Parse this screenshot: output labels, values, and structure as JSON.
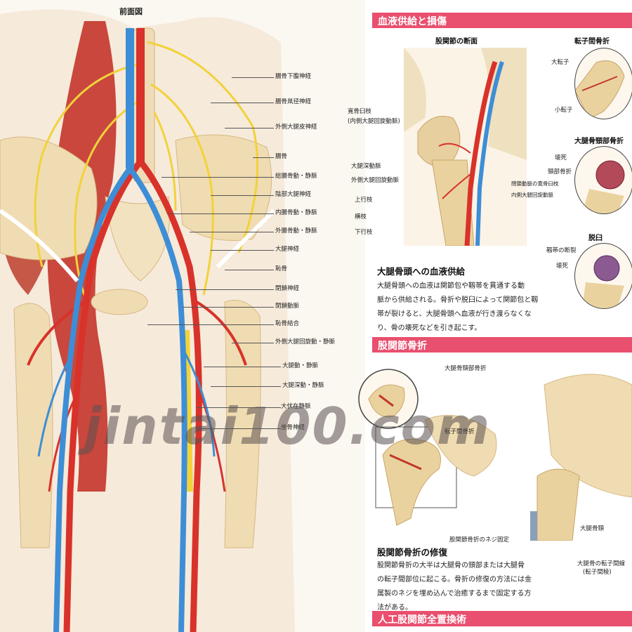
{
  "left": {
    "title": "前面図",
    "labels": [
      "腸骨下腹神経",
      "腸骨鼡径神経",
      "外側大腿皮神経",
      "腸骨",
      "総腸骨動・静脈",
      "陰部大腿神経",
      "内腸骨動・静脈",
      "外腸骨動・静脈",
      "大腿神経",
      "恥骨",
      "閉鎖神経",
      "閉鎖動脈",
      "恥骨結合",
      "外側大腿回旋動・静脈",
      "大腿動・静脈",
      "大腿深動・静脈",
      "大伏在静脈",
      "坐骨神経"
    ]
  },
  "right": {
    "section1": {
      "title": "血液供給と損傷"
    },
    "cross_section": {
      "title": "股関節の断面",
      "labels_left": [
        "寛骨臼枝",
        "(内側大腿回旋動脈)",
        "大腿深動脈",
        "外側大腿回旋動脈",
        "上行枝",
        "横枝",
        "下行枝"
      ],
      "labels_right": [
        "閉鎖動脈の寛骨臼枝",
        "内側大腿回旋動脈"
      ]
    },
    "fractures": {
      "trochanteric": {
        "title": "転子間骨折",
        "labels": [
          "大転子",
          "小転子"
        ]
      },
      "femoral_neck": {
        "title": "大腿骨頸部骨折",
        "labels": [
          "壊死",
          "頸部骨折"
        ]
      },
      "dislocation": {
        "title": "脱臼",
        "labels": [
          "靱帯の断裂",
          "壊死"
        ]
      }
    },
    "blood_supply": {
      "heading": "大腿骨頭への血液供給",
      "lines": [
        "大腿骨頭への血液は関節包や靱帯を貫通する動",
        "脈から供給される。骨折や脱臼によって関節包と靱",
        "帯が裂けると、大腿骨頭へ血液が行き渡らなくな",
        "り、骨の壊死などを引き起こす。"
      ]
    },
    "section2": {
      "title": "股関節骨折"
    },
    "hip_fracture": {
      "label_neck": "大腿骨頸部骨折",
      "label_trochanteric": "転子間骨折",
      "label_screw": "股関節骨折のネジ固定",
      "label_femoral_neck": "大腿骨頸",
      "label_trochanter": "大腿骨の転子間線",
      "label_trochanter_sub": "(転子間稜)"
    },
    "repair": {
      "heading": "股関節骨折の修復",
      "lines": [
        "股関節骨折の大半は大腿骨の頸部または大腿骨",
        "の転子間部位に起こる。骨折の修復の方法には金",
        "属製のネジを埋め込んで治癒するまで固定する方",
        "法がある。"
      ]
    },
    "section3": {
      "title": "人工股関節全置換術"
    }
  },
  "watermark": "jintai100.com",
  "colors": {
    "accent": "#e94f6e",
    "artery": "#d8322a",
    "vein": "#3d8ed6",
    "nerve": "#f2d23a",
    "bone": "#f0dcb2"
  }
}
